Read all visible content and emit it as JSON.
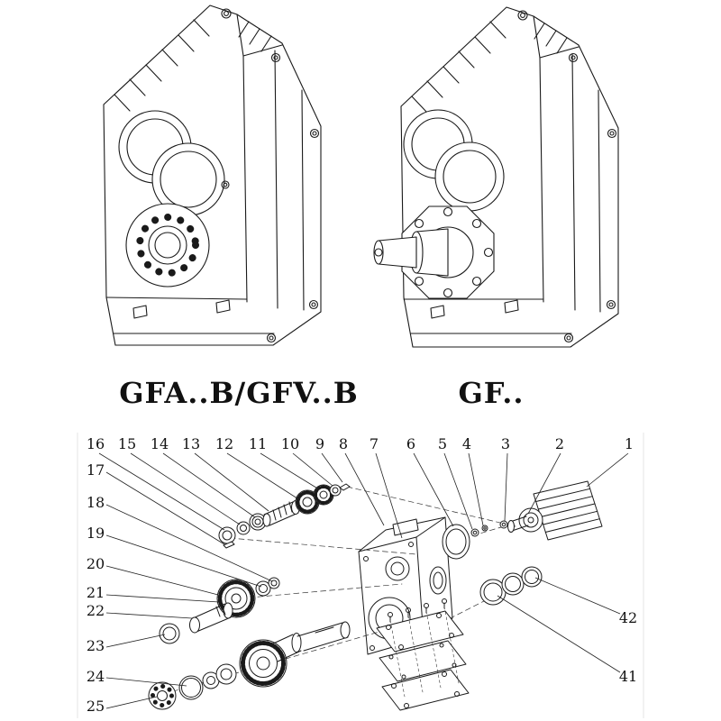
{
  "style": {
    "background": "#ffffff",
    "line_color": "#1a1a1a",
    "text_color": "#111111"
  },
  "models": {
    "left_label": "GFA..B/GFV..B",
    "right_label": "GF.."
  },
  "exploded_view": {
    "top_row": [
      "16",
      "15",
      "14",
      "13",
      "12",
      "11",
      "10",
      "9",
      "8",
      "7",
      "6",
      "5",
      "4",
      "3",
      "2",
      "1"
    ],
    "left_column": [
      "17",
      "18",
      "19",
      "20",
      "21",
      "22",
      "23",
      "24",
      "25"
    ],
    "right_column": [
      "42",
      "41"
    ]
  }
}
